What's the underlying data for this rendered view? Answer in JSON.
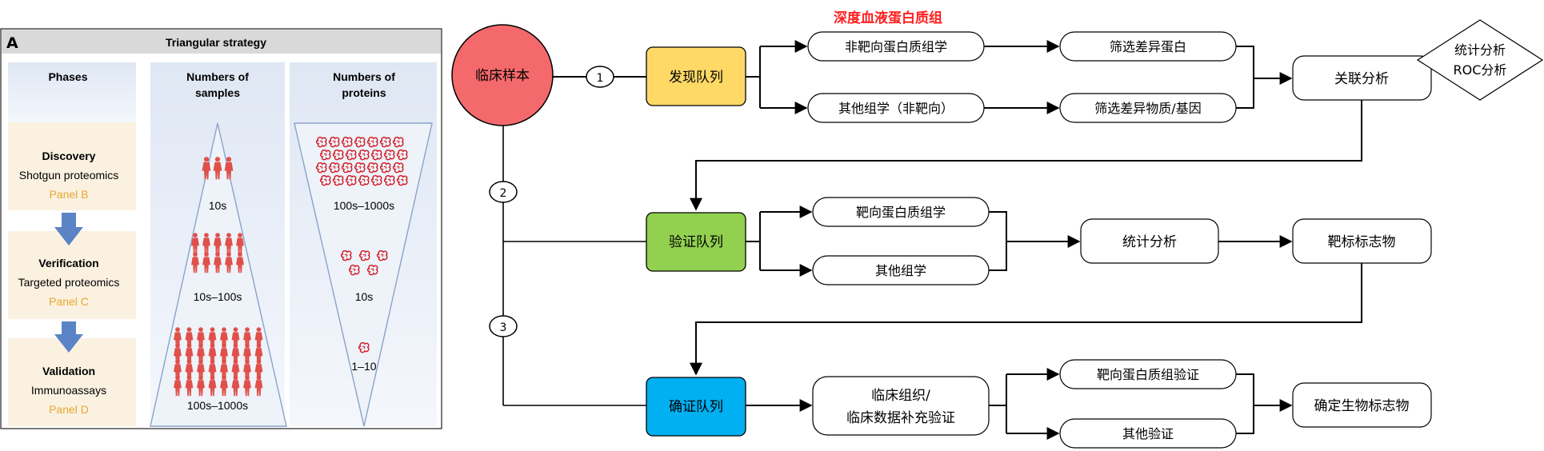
{
  "panel_a": {
    "letter": "A",
    "title": "Triangular strategy",
    "col_phases": "Phases",
    "col_samples_l1": "Numbers of",
    "col_samples_l2": "samples",
    "col_proteins_l1": "Numbers of",
    "col_proteins_l2": "proteins",
    "phases": [
      {
        "name": "Discovery",
        "method": "Shotgun proteomics",
        "panel": "Panel B"
      },
      {
        "name": "Verification",
        "method": "Targeted proteomics",
        "panel": "Panel C"
      },
      {
        "name": "Validation",
        "method": "Immunoassays",
        "panel": "Panel D"
      }
    ],
    "sample_counts": [
      "10s",
      "10s–100s",
      "100s–1000s"
    ],
    "protein_counts": [
      "100s–1000s",
      "10s",
      "1–10"
    ],
    "colors": {
      "header_bg": "#d9d9d9",
      "phase_bg": "#fbf1e1",
      "column_bg": "#e6edf7",
      "arrow": "#5a84c6",
      "panel_label": "#e5a830",
      "figure": "#e0504a",
      "protein": "#d42028",
      "triangle_stroke": "#8aa3c8"
    }
  },
  "flow": {
    "top_label": "深度血液蛋白质组",
    "start": "临床样本",
    "markers": [
      "1",
      "2",
      "3"
    ],
    "cohorts": [
      "发现队列",
      "验证队列",
      "确证队列"
    ],
    "row1": {
      "a": "非靶向蛋白质组学",
      "b": "其他组学（非靶向）",
      "c": "筛选差异蛋白",
      "d": "筛选差异物质/基因",
      "result": "关联分析",
      "diamond_l1": "统计分析",
      "diamond_l2": "ROC分析"
    },
    "row2": {
      "a": "靶向蛋白质组学",
      "b": "其他组学",
      "c": "统计分析",
      "result": "靶标标志物"
    },
    "row3": {
      "a_l1": "临床组织/",
      "a_l2": "临床数据补充验证",
      "b": "靶向蛋白质组验证",
      "c": "其他验证",
      "result": "确定生物标志物"
    },
    "colors": {
      "top_label": "#ff2020",
      "start_fill": "#f4696b",
      "cohort1": "#ffd966",
      "cohort2": "#92d050",
      "cohort3": "#00b0f0"
    }
  }
}
